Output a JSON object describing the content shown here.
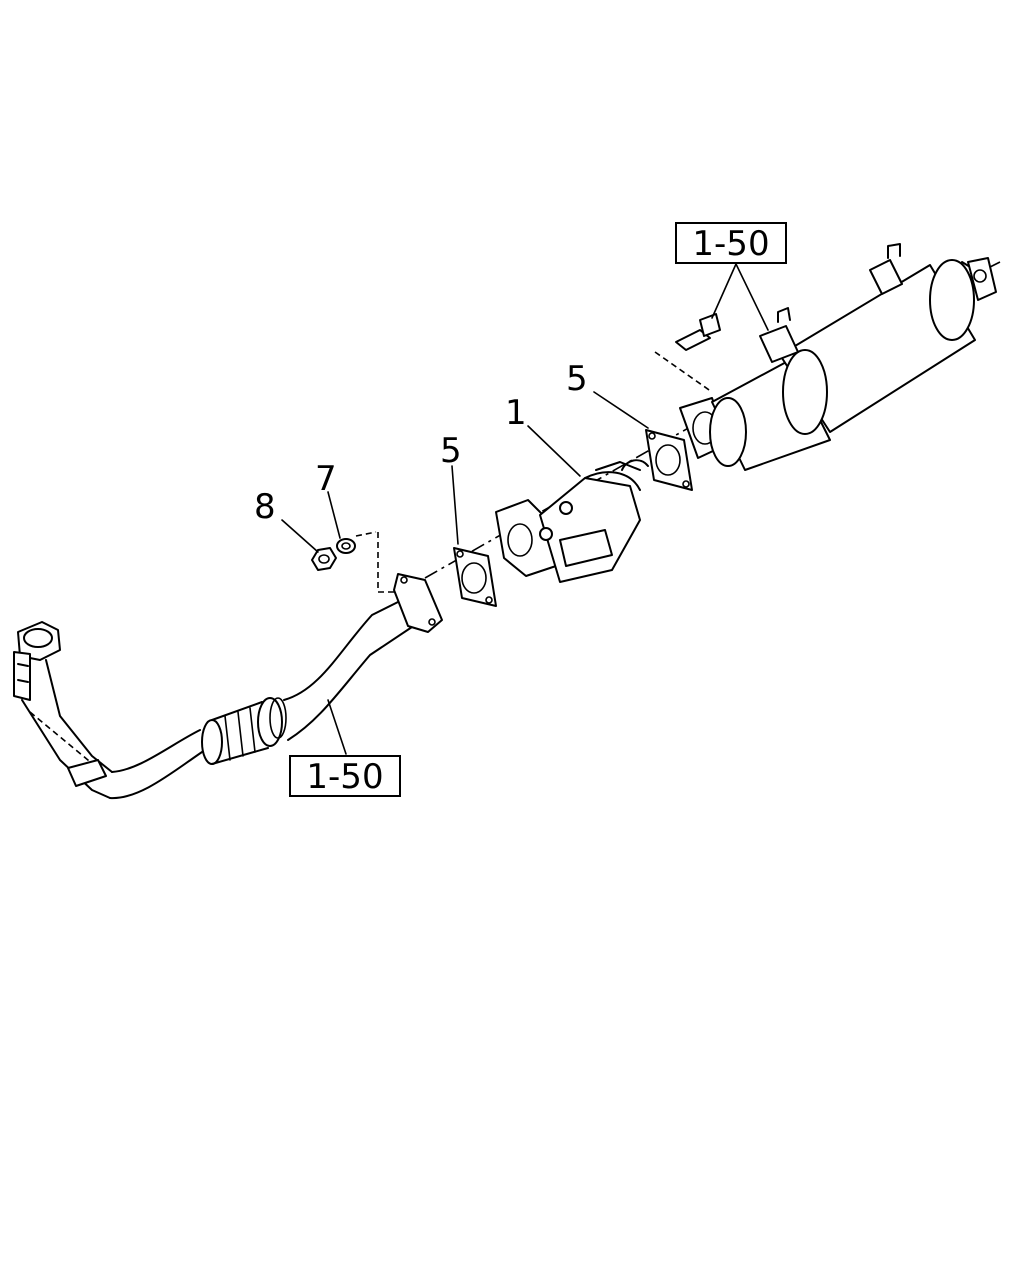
{
  "callouts": {
    "item_1": "1",
    "item_5_left": "5",
    "item_5_right": "5",
    "item_7": "7",
    "item_8": "8"
  },
  "ref_boxes": {
    "upper": "1-50",
    "lower": "1-50"
  },
  "colors": {
    "ink": "#000000",
    "paper": "#ffffff"
  }
}
